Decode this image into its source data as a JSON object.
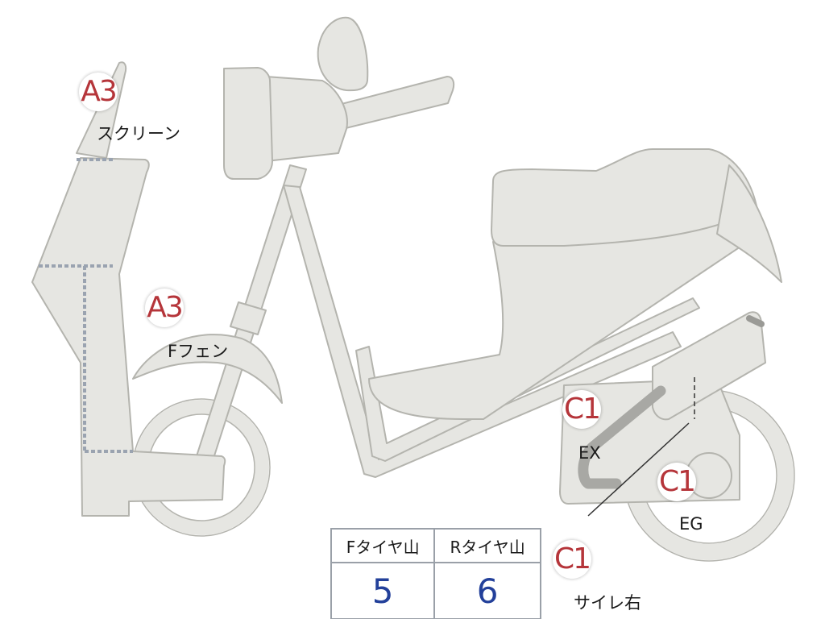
{
  "labels": {
    "screen": {
      "code": "A3",
      "name": "スクリーン"
    },
    "fender": {
      "code": "A3",
      "name": "Fフェン"
    },
    "exhaust": {
      "code": "C1",
      "name": "EX"
    },
    "engine": {
      "code": "C1",
      "name": "EG"
    },
    "side_right": {
      "code": "C1",
      "name": "サイレ右"
    }
  },
  "tire_table": {
    "front_header": "Fタイヤ山",
    "rear_header": "Rタイヤ山",
    "front_value": "5",
    "rear_value": "6"
  },
  "colors": {
    "body_fill": "#e6e6e2",
    "outline": "#b4b4ae",
    "dotted_marks": "#9aa3b0",
    "code_text": "#b5353a",
    "value_text": "#23409a",
    "pipe": "#a8a8a4"
  }
}
